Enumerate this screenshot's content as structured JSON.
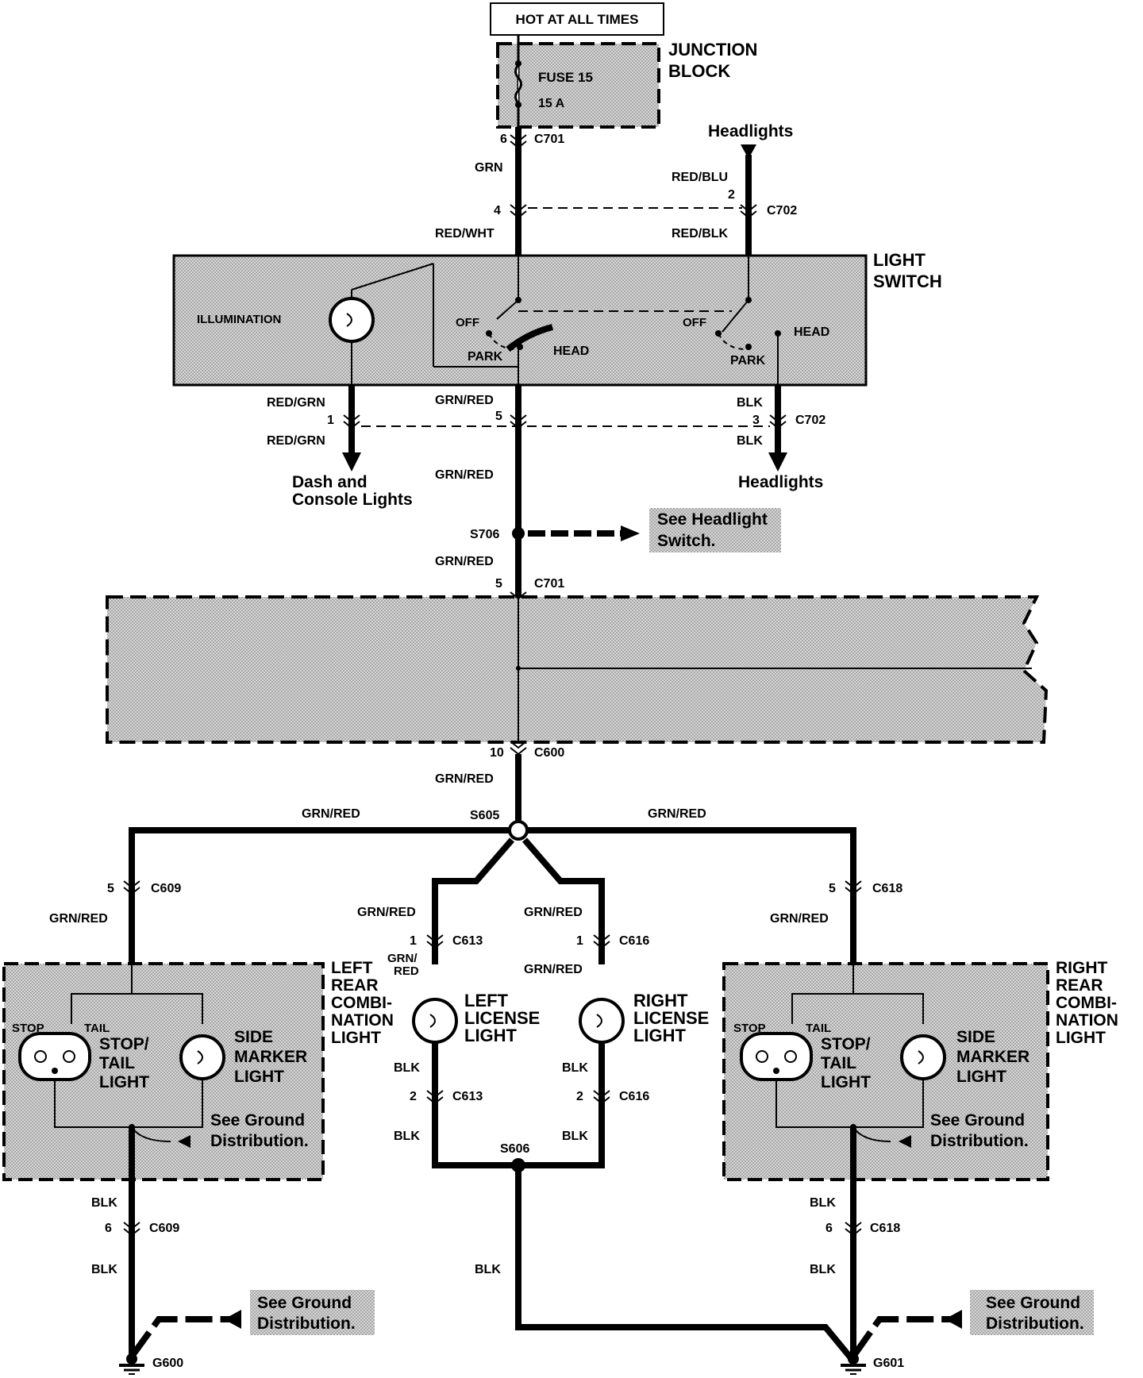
{
  "hot_label": "HOT AT ALL TIMES",
  "junction": {
    "title1": "JUNCTION",
    "title2": "BLOCK",
    "fuse": "FUSE 15",
    "amps": "15 A"
  },
  "headlights_in": "Headlights",
  "light_switch": {
    "title1": "LIGHT",
    "title2": "SWITCH",
    "illumination": "ILLUMINATION",
    "off": "OFF",
    "park": "PARK",
    "head": "HEAD"
  },
  "wires": {
    "grn": "GRN",
    "red_blu": "RED/BLU",
    "red_wht": "RED/WHT",
    "red_blk": "RED/BLK",
    "red_grn": "RED/GRN",
    "grn_red": "GRN/RED",
    "blk": "BLK",
    "grn_red_split_1": "GRN/",
    "grn_red_split_2": "RED"
  },
  "connectors": {
    "c701": "C701",
    "c702": "C702",
    "c600": "C600",
    "c609": "C609",
    "c613": "C613",
    "c616": "C616",
    "c618": "C618"
  },
  "pins": {
    "p1": "1",
    "p2": "2",
    "p3": "3",
    "p4": "4",
    "p5": "5",
    "p6": "6",
    "p10": "10"
  },
  "splices": {
    "s706": "S706",
    "s605": "S605",
    "s606": "S606"
  },
  "dash": {
    "line1": "Dash and",
    "line2": "Console Lights"
  },
  "headlights_out": "Headlights",
  "see_headlight": {
    "line1": "See Headlight",
    "line2": "Switch."
  },
  "see_ground": {
    "line1": "See Ground",
    "line2": "Distribution."
  },
  "left_rear": {
    "l1": "LEFT",
    "l2": "REAR",
    "l3": "COMBI-",
    "l4": "NATION",
    "l5": "LIGHT"
  },
  "right_rear": {
    "l1": "RIGHT",
    "l2": "REAR",
    "l3": "COMBI-",
    "l4": "NATION",
    "l5": "LIGHT"
  },
  "left_license": {
    "l1": "LEFT",
    "l2": "LICENSE",
    "l3": "LIGHT"
  },
  "right_license": {
    "l1": "RIGHT",
    "l2": "LICENSE",
    "l3": "LIGHT"
  },
  "comb": {
    "stop": "STOP",
    "tail": "TAIL",
    "stt1": "STOP/",
    "stt2": "TAIL",
    "stt3": "LIGHT",
    "side1": "SIDE",
    "side2": "MARKER",
    "side3": "LIGHT"
  },
  "grounds": {
    "g600": "G600",
    "g601": "G601"
  }
}
